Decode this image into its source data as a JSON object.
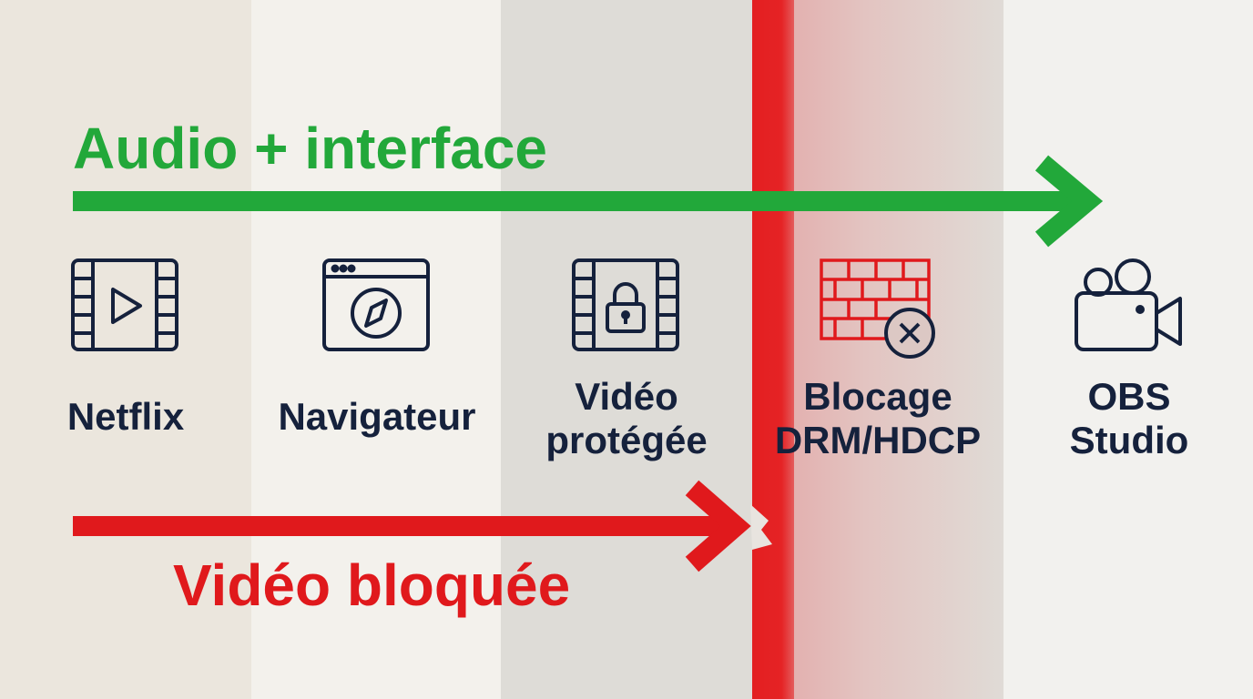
{
  "flows": {
    "top": {
      "label": "Audio + interface",
      "color": "#22a83a"
    },
    "bottom": {
      "label": "Vidéo bloquée",
      "color": "#e0191c"
    }
  },
  "nodes": [
    {
      "id": "netflix",
      "icon": "film-play-icon",
      "lines": [
        "Netflix"
      ]
    },
    {
      "id": "browser",
      "icon": "browser-compass-icon",
      "lines": [
        "Navigateur"
      ]
    },
    {
      "id": "protected",
      "icon": "film-lock-icon",
      "lines": [
        "Vidéo",
        "protégée"
      ]
    },
    {
      "id": "drm",
      "icon": "brick-wall-block-icon",
      "lines": [
        "Blocage",
        "DRM/HDCP"
      ]
    },
    {
      "id": "obs",
      "icon": "video-camera-icon",
      "lines": [
        "OBS",
        "Studio"
      ]
    }
  ],
  "colors": {
    "navy": "#15213c",
    "red": "#e0191c",
    "green": "#22a83a"
  }
}
